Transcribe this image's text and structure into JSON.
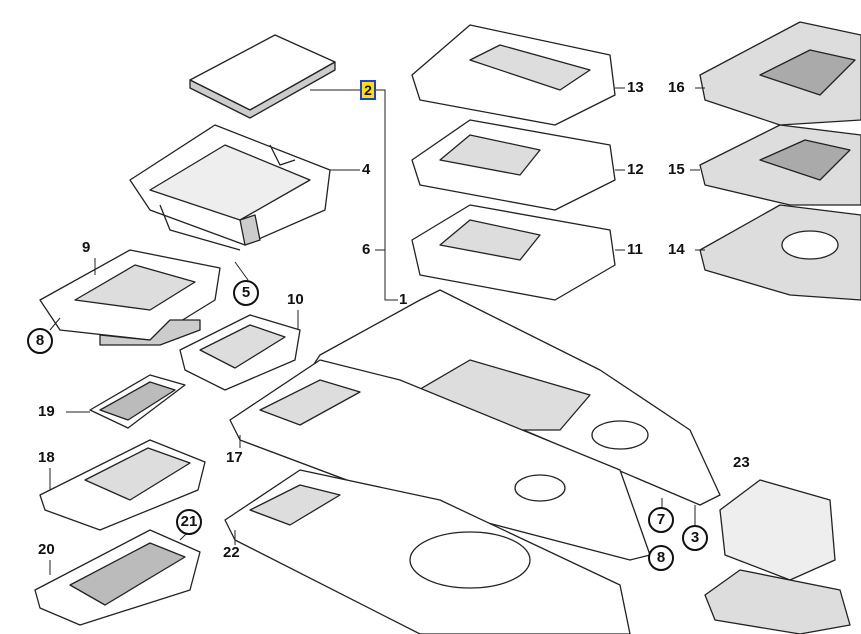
{
  "diagram": {
    "callouts": {
      "c1": "1",
      "c2": "2",
      "c3": "3",
      "c4": "4",
      "c5": "5",
      "c6": "6",
      "c7": "7",
      "c8a": "8",
      "c8b": "8",
      "c9": "9",
      "c10": "10",
      "c11": "11",
      "c12": "12",
      "c13": "13",
      "c14": "14",
      "c15": "15",
      "c16": "16",
      "c17": "17",
      "c18": "18",
      "c19": "19",
      "c20": "20",
      "c21": "21",
      "c22": "22",
      "c23": "23"
    },
    "highlighted_callout": "2",
    "colors": {
      "line": "#222222",
      "part_fill": "#ffffff",
      "shade": "#d6d6d6",
      "highlight": "#ffe000",
      "highlight_border": "#1e3fd0"
    }
  }
}
